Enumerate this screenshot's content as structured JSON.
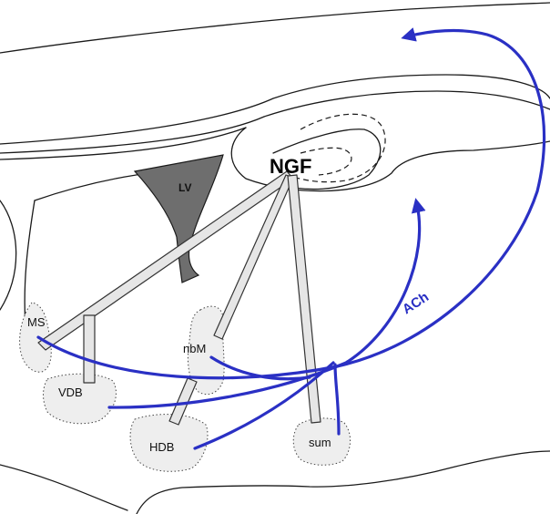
{
  "labels": {
    "lv": "LV",
    "ngf": "NGF",
    "ach": "ACh",
    "ms": "MS",
    "vdb": "VDB",
    "hdb": "HDB",
    "nbm": "nbM",
    "sum": "sum"
  },
  "colors": {
    "cholinergic_fibers": "#2a30c4",
    "ngf_projections": "#e6e6e6",
    "lateral_ventricle": "#6e6e6e",
    "nucleus_regions": "#eeeeee"
  }
}
